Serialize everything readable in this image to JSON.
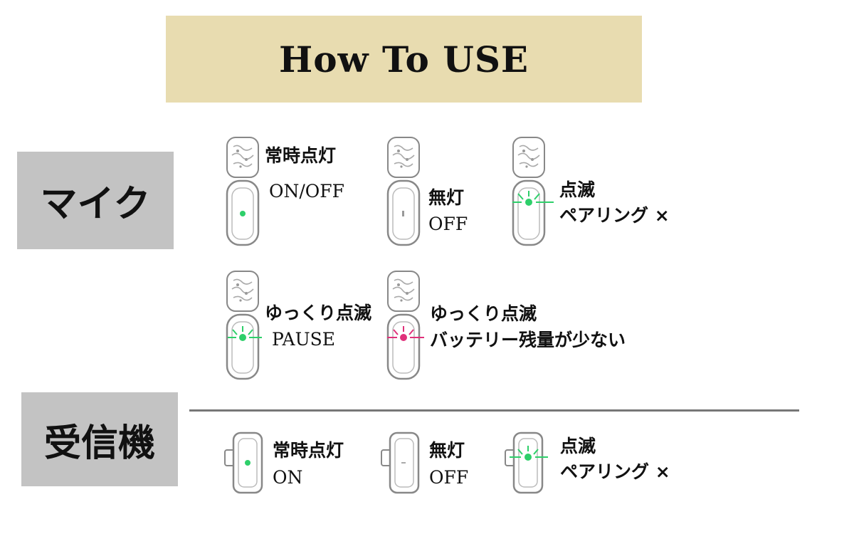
{
  "title": "How To USE",
  "sections": {
    "mic": "マイク",
    "receiver": "受信機"
  },
  "mic_states": [
    {
      "jp": "常時点灯",
      "en": "ON/OFF",
      "led": "green-solid"
    },
    {
      "jp": "無灯",
      "en": "OFF",
      "led": "off"
    },
    {
      "jp": "点滅",
      "en": "ペアリング ×",
      "led": "green-blink"
    },
    {
      "jp": "ゆっくり点滅",
      "en": "PAUSE",
      "led": "green-blink"
    },
    {
      "jp": "ゆっくり点滅",
      "en": "バッテリー残量が少ない",
      "led": "red-blink"
    }
  ],
  "receiver_states": [
    {
      "jp": "常時点灯",
      "en": "ON",
      "led": "green-solid"
    },
    {
      "jp": "無灯",
      "en": "OFF",
      "led": "off"
    },
    {
      "jp": "点滅",
      "en": "ペアリング ×",
      "led": "green-blink"
    }
  ],
  "colors": {
    "title_bg": "#e8dcb0",
    "section_bg": "#c3c3c3",
    "green": "#2ecf6a",
    "red": "#e0307a"
  }
}
